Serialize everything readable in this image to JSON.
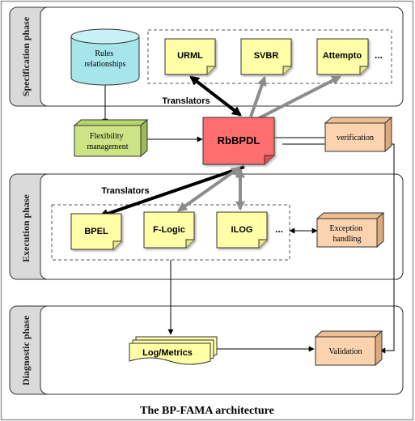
{
  "caption": "The BP-FAMA architecture",
  "phases": {
    "specification": "Specification phase",
    "execution": "Execution phase",
    "diagnostic": "Diagnostic phase"
  },
  "nodes": {
    "rules": [
      "Rules",
      "relationships"
    ],
    "urml": "URML",
    "svbr": "SVBR",
    "attempto": "Attempto",
    "spec_ellipsis": "...",
    "flexibility": [
      "Flexibility",
      "management"
    ],
    "rbbpdl": "RbBPDL",
    "verification": "verification",
    "bpel": "BPEL",
    "flogic": "F-Logic",
    "ilog": "ILOG",
    "exec_ellipsis": "...",
    "exception": [
      "Exception",
      "handling"
    ],
    "logmetrics": "Log/Metrics",
    "validation": "Validation"
  },
  "labels": {
    "translators_top": "Translators",
    "translators_mid": "Translators"
  },
  "colors": {
    "note_yellow": "#FFFFA8",
    "rbbpdl_red": "#FF6E6E",
    "green_box": "#CCE486",
    "peach_box": "#FBD3AE",
    "cylinder_cyan": "#A6E5EA",
    "phase_panel": "#DADADA",
    "thick_arrow_black": "#000000",
    "thick_arrow_gray": "#8C8C8C"
  }
}
